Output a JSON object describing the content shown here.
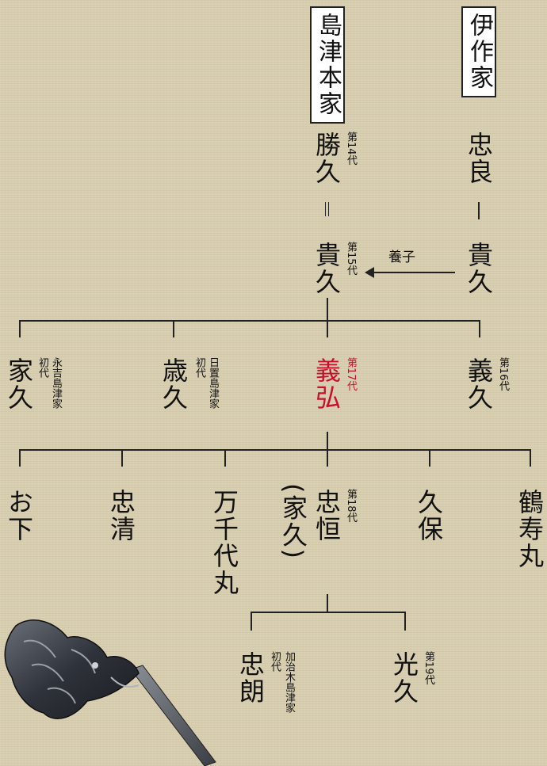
{
  "houses": {
    "main": "島津本家",
    "isaku": "伊作家"
  },
  "people": {
    "katsuhisa": {
      "name": "勝久",
      "note": "第14代"
    },
    "tadayoshi": {
      "name": "忠良"
    },
    "takahisa": {
      "name": "貴久",
      "note": "第15代"
    },
    "takahisa_isaku": {
      "name": "貴久"
    },
    "adoption": "養子",
    "iehisa": {
      "name": "家久",
      "note1": "永吉島津家",
      "note2": "初代"
    },
    "toshihisa": {
      "name": "歳久",
      "note1": "日置島津家",
      "note2": "初代"
    },
    "yoshihiro": {
      "name": "義弘",
      "note": "第17代"
    },
    "yoshihisa": {
      "name": "義久",
      "note": "第16代"
    },
    "oshita": {
      "name": "お下"
    },
    "tadakiyo": {
      "name": "忠清"
    },
    "manchiyomaru": {
      "name": "万千代丸"
    },
    "iehisa_alias": {
      "name": "(家久)"
    },
    "tadatsune": {
      "name": "忠恒",
      "note": "第18代"
    },
    "hisayasu": {
      "name": "久保"
    },
    "tsurujumaru": {
      "name": "鶴寿丸"
    },
    "tadaaki": {
      "name": "忠朗",
      "note1": "加治木島津家",
      "note2": "初代"
    },
    "mitsuhisa": {
      "name": "光久",
      "note": "第19代"
    }
  }
}
